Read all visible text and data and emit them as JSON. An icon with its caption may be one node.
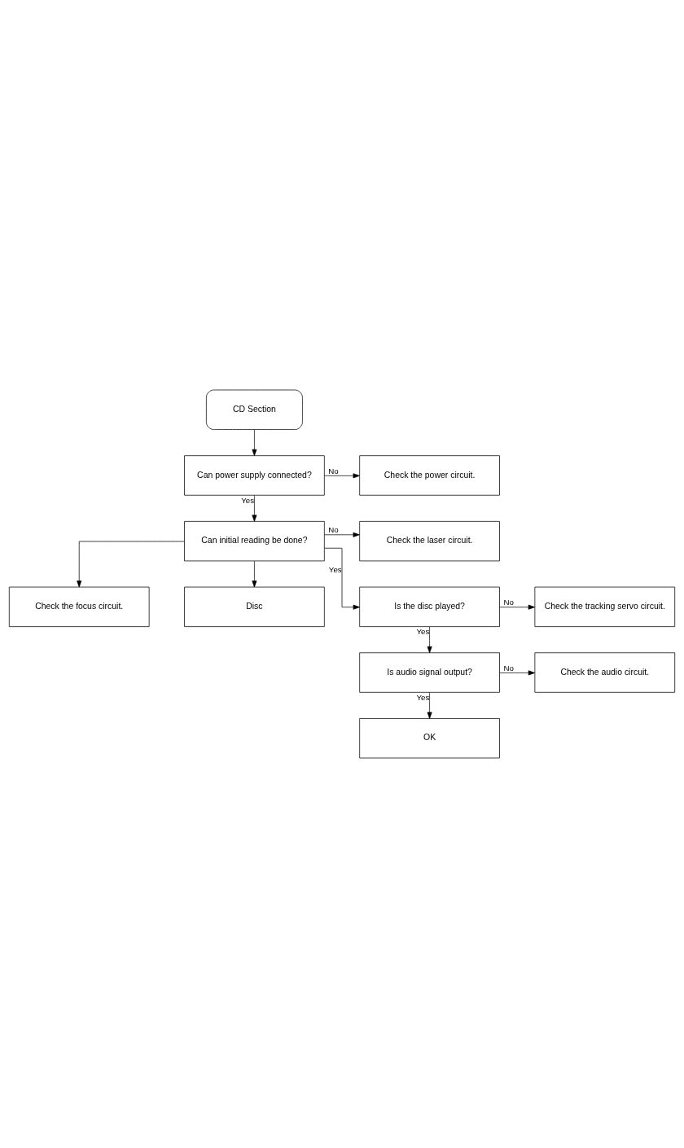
{
  "diagram": {
    "nodes": [
      {
        "text": [
          "CD Section"
        ]
      },
      {
        "text": [
          "Can power supply connected?"
        ]
      },
      {
        "text": [
          "Check the power circuit."
        ]
      },
      {
        "text": [
          "Can initial reading be done?"
        ]
      },
      {
        "text": [
          "Check the laser circuit."
        ]
      },
      {
        "text": [
          "Check the focus circuit."
        ]
      },
      {
        "text": [
          "Disc"
        ]
      },
      {
        "text": [
          "Is the disc played?"
        ]
      },
      {
        "text": [
          "Check the tracking servo circuit."
        ]
      },
      {
        "text": [
          "Is audio signal output?"
        ]
      },
      {
        "text": [
          "Check the audio circuit."
        ]
      },
      {
        "text": [
          "OK"
        ]
      }
    ],
    "edges": [
      {
        "from": 0,
        "to": 1,
        "arrow": "to"
      },
      {
        "from": 1,
        "to": 2,
        "arrow": "to",
        "label": "No"
      },
      {
        "from": 1,
        "to": 3,
        "arrow": "to",
        "label": "Yes"
      },
      {
        "from": 3,
        "to": 4,
        "arrow": "to",
        "label": "No"
      },
      {
        "from": 3,
        "to": 5,
        "arrow": "to"
      },
      {
        "from": 3,
        "to": 6,
        "arrow": "to"
      },
      {
        "from": 3,
        "to": 7,
        "arrow": "to",
        "label": "Yes"
      },
      {
        "from": 7,
        "to": 8,
        "arrow": "to",
        "label": "No"
      },
      {
        "from": 7,
        "to": 9,
        "arrow": "to",
        "label": "Yes"
      },
      {
        "from": 9,
        "to": 10,
        "arrow": "to",
        "label": "No"
      },
      {
        "from": 9,
        "to": 11,
        "arrow": "to",
        "label": "Yes"
      }
    ]
  }
}
